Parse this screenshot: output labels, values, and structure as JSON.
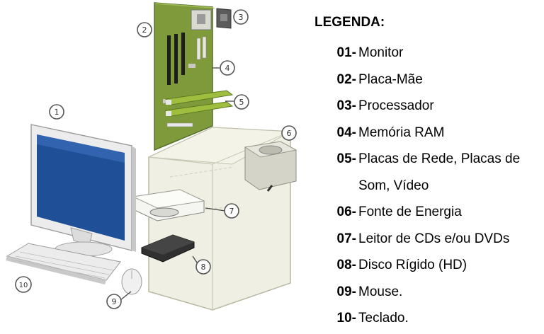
{
  "legend": {
    "title": "LEGENDA:",
    "items": [
      {
        "num": "01-",
        "label": "Monitor"
      },
      {
        "num": "02-",
        "label": "Placa-Mãe"
      },
      {
        "num": "03-",
        "label": "Processador"
      },
      {
        "num": "04-",
        "label": "Memória RAM"
      },
      {
        "num": "05-",
        "label": "Placas de Rede, Placas de Som, Vídeo"
      },
      {
        "num": "06-",
        "label": "Fonte de Energia"
      },
      {
        "num": "07-",
        "label": "Leitor de CDs e/ou DVDs"
      },
      {
        "num": "08-",
        "label": "Disco Rígido (HD)"
      },
      {
        "num": "09-",
        "label": "Mouse."
      },
      {
        "num": "10-",
        "label": "Teclado."
      }
    ]
  },
  "callouts": [
    "1",
    "2",
    "3",
    "4",
    "5",
    "6",
    "7",
    "8",
    "9",
    "10"
  ],
  "colors": {
    "motherboard": "#7f9a3a",
    "case": "#ebebdc",
    "screen": "#1f4f96",
    "monitor_frame": "#ececec",
    "drive": "#303030"
  }
}
